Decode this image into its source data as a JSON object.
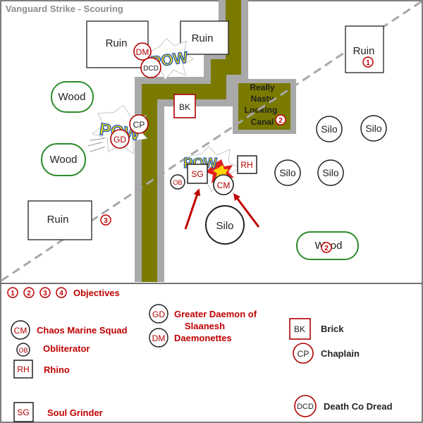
{
  "title": "Vanguard Strike - Scouring",
  "terrain": {
    "ruins": [
      "Ruin",
      "Ruin",
      "Ruin",
      "Ruin"
    ],
    "woods": [
      "Wood",
      "Wood",
      "Wood"
    ],
    "silos": [
      "Silo",
      "Silo",
      "Silo",
      "Silo",
      "Silo"
    ],
    "canal": [
      "Really",
      "Nasty",
      "Looking",
      "Canal"
    ]
  },
  "units": {
    "dm": "DM",
    "dcd": "DCD",
    "bk": "BK",
    "cp": "CP",
    "gd": "GD",
    "sg": "SG",
    "ob": "OB",
    "cm": "CM",
    "rh": "RH"
  },
  "objectives_on_map": [
    "1",
    "2",
    "3",
    "2"
  ],
  "fx": {
    "pow": "POW"
  },
  "legend": {
    "objective_numbers": [
      "1",
      "2",
      "3",
      "4"
    ],
    "objectives_label": "Objectives",
    "items": [
      {
        "abbr": "CM",
        "label": "Chaos Marine Squad",
        "shape": "circle"
      },
      {
        "abbr": "OB",
        "label": "Obliterator",
        "shape": "circle"
      },
      {
        "abbr": "RH",
        "label": "Rhino",
        "shape": "square"
      },
      {
        "abbr": "SG",
        "label": "Soul Grinder",
        "shape": "square"
      },
      {
        "abbr": "GD",
        "label_lines": [
          "Greater Daemon of",
          "Slaanesh"
        ],
        "shape": "circle"
      },
      {
        "abbr": "DM",
        "label": "Daemonettes",
        "shape": "circle"
      },
      {
        "abbr": "BK",
        "label": "Brick",
        "shape": "square"
      },
      {
        "abbr": "CP",
        "label": "Chaplain",
        "shape": "circle"
      },
      {
        "abbr": "DCD",
        "label": "Death Co Dread",
        "shape": "circle"
      }
    ]
  },
  "colors": {
    "unit_red": "#b00000",
    "legend_text": "#c00000",
    "wood_green": "#2e8b2e",
    "canal_olive": "#7a7a00",
    "road_grey": "#a9a9a9",
    "pow_yellow": "#ffd400",
    "pow_blue": "#1f5fbf",
    "pow_red": "#e02020"
  }
}
